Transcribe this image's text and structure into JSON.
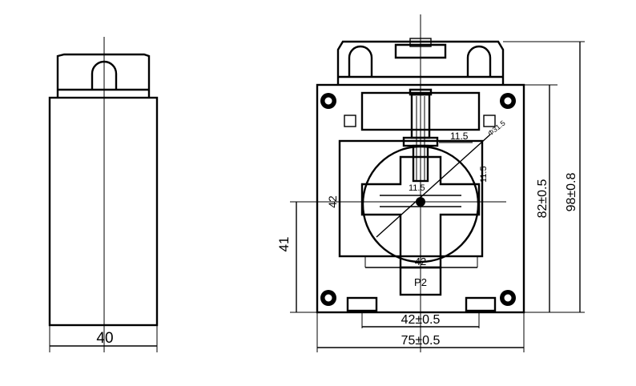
{
  "dimensions": {
    "side_width": "40",
    "left_height": "41",
    "window_height": "42",
    "window_width": "42",
    "bottom_inner": "42±0.5",
    "bottom_outer": "75±0.5",
    "height_inner": "82±0.5",
    "height_outer": "98±0.8",
    "tab_top": "11.5",
    "tab_right": "11.5",
    "tab_center": "11.5",
    "diameter": "Φ31.5"
  },
  "labels": {
    "terminal": "P2"
  }
}
